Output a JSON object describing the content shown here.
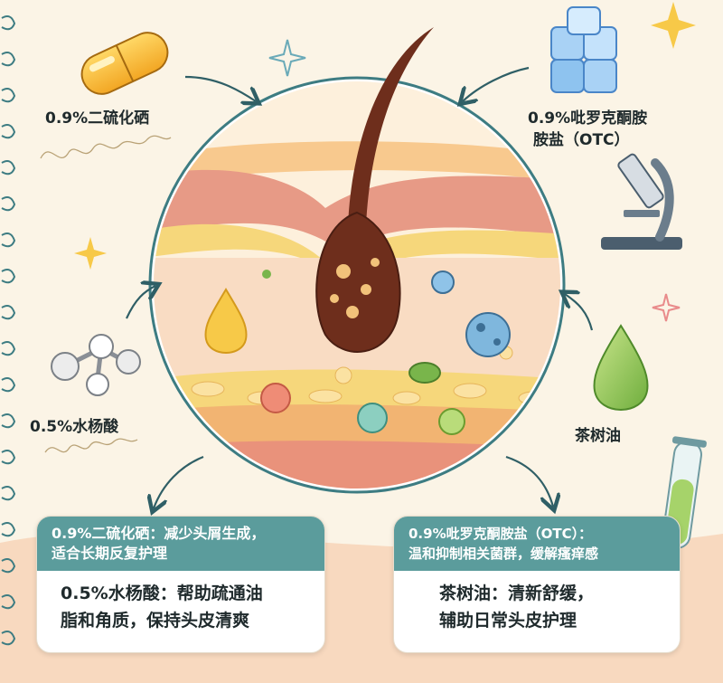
{
  "labels": {
    "selenium": "0.9%二硫化硒",
    "piroctone": [
      "0.9%吡罗克酮胺",
      "胺盐（OTC）"
    ],
    "salicylic": "0.5%水杨酸",
    "tea_tree": "茶树油"
  },
  "cards": {
    "left": {
      "head": [
        "0.9%二硫化硒：减少头屑生成，",
        "适合长期反复护理"
      ],
      "body": [
        "0.5%水杨酸：帮助疏通油",
        "脂和角质，保持头皮清爽"
      ]
    },
    "right": {
      "head": [
        "0.9%吡罗克酮胺盐（OTC）：",
        "温和抑制相关菌群，缓解瘙痒感"
      ],
      "body": [
        "茶树油：清新舒缓，",
        "辅助日常头皮护理"
      ]
    }
  },
  "icons": [
    "capsule-icon",
    "ice-cube-icon",
    "microscope-icon",
    "molecule-icon",
    "oil-drop-icon",
    "test-tube-icon",
    "sparkle-icon",
    "hair-follicle-icon",
    "microbe-icon"
  ],
  "colors": {
    "background": "#fbf4e6",
    "card_header": "#5b9c9c",
    "arrow": "#2f5f66",
    "skin_pink": "#e79a86",
    "fat_yellow": "#f6d77b",
    "hair_brown": "#6e2e1c"
  }
}
